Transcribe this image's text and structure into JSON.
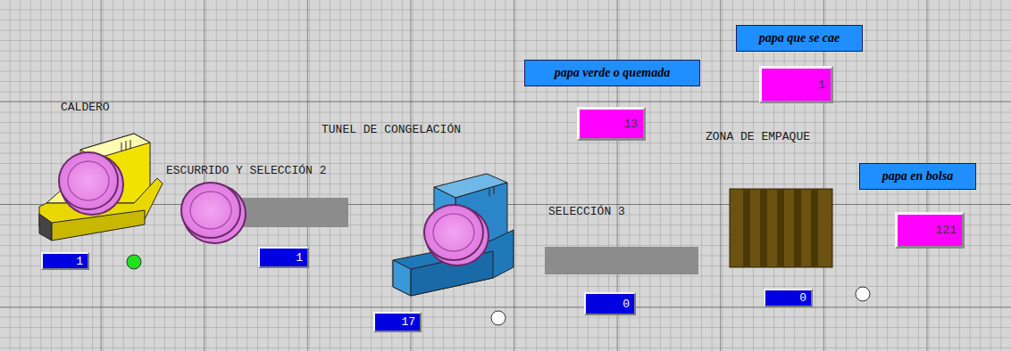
{
  "diagram": {
    "nodes": [
      {
        "text": [
          "papa verde o quemada"
        ]
      },
      {
        "text": [
          "13"
        ]
      },
      {
        "text": [
          "papa que se cae"
        ]
      },
      {
        "text": [
          "1"
        ]
      },
      {
        "text": [
          "papa en bolsa"
        ]
      },
      {
        "text": [
          "121"
        ]
      },
      {
        "text": [
          "1"
        ]
      },
      {
        "text": [
          "1"
        ]
      },
      {
        "text": [
          "17"
        ]
      },
      {
        "text": [
          "0"
        ]
      },
      {
        "text": [
          "0"
        ]
      }
    ],
    "labels": [
      "CALDERO",
      "ESCURRIDO Y SELECCIÓN 2",
      "TUNEL DE CONGELACIÓN",
      "SELECCIÓN 3",
      "ZONA DE EMPAQUE"
    ]
  }
}
